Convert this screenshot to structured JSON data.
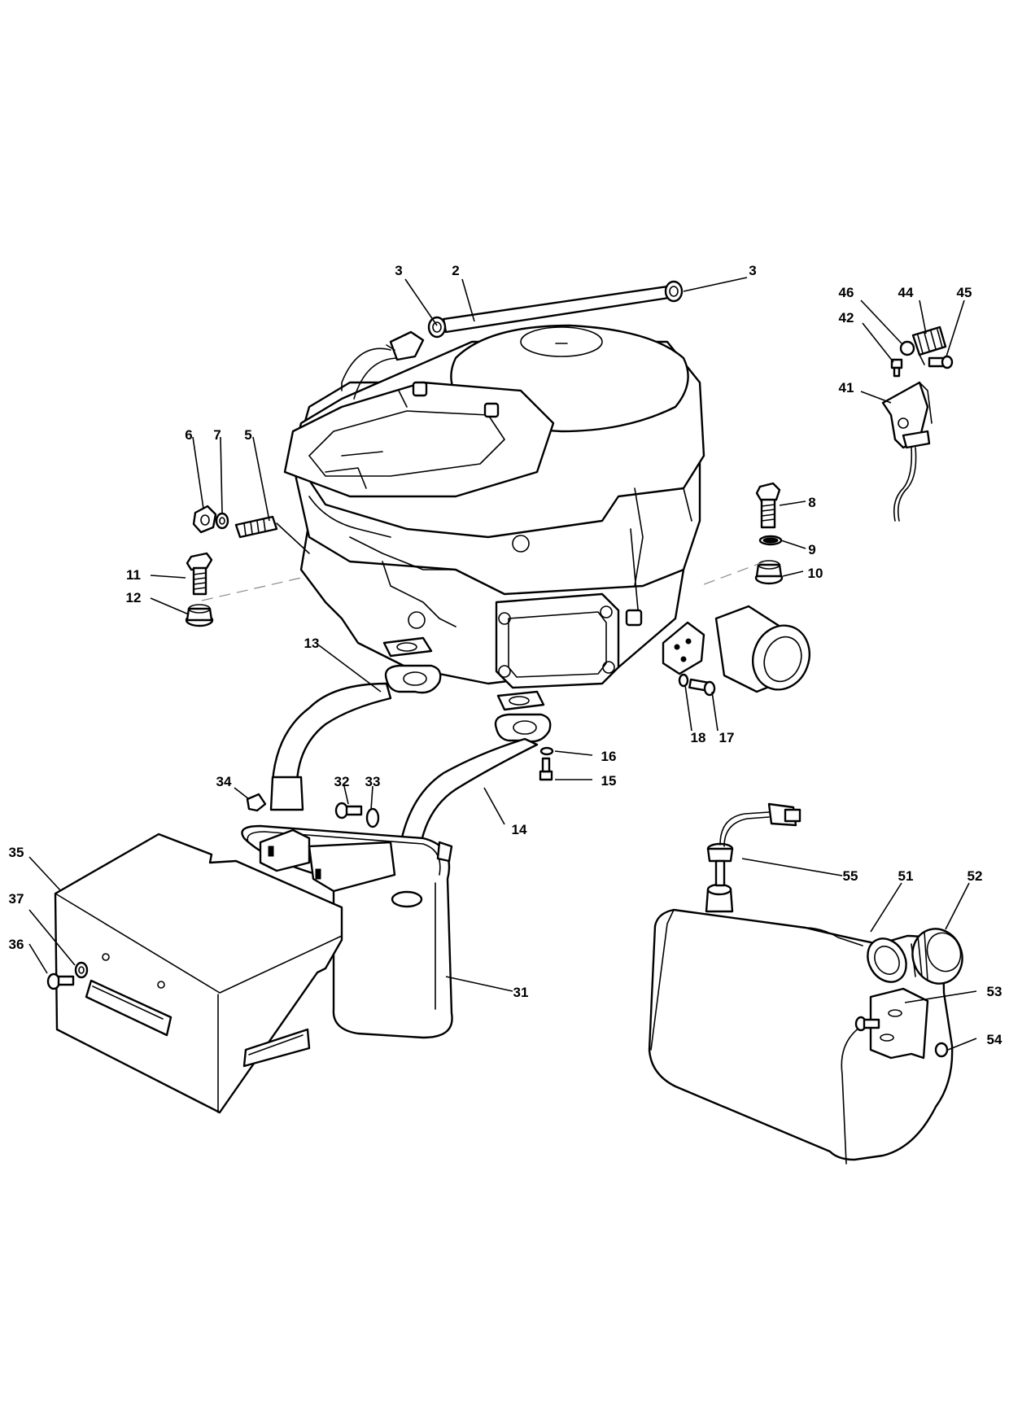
{
  "callouts": [
    {
      "id": "c2",
      "text": "2"
    },
    {
      "id": "c3a",
      "text": "3"
    },
    {
      "id": "c3b",
      "text": "3"
    },
    {
      "id": "c5",
      "text": "5"
    },
    {
      "id": "c6",
      "text": "6"
    },
    {
      "id": "c7",
      "text": "7"
    },
    {
      "id": "c8",
      "text": "8"
    },
    {
      "id": "c9",
      "text": "9"
    },
    {
      "id": "c10",
      "text": "10"
    },
    {
      "id": "c11",
      "text": "11"
    },
    {
      "id": "c12",
      "text": "12"
    },
    {
      "id": "c13",
      "text": "13"
    },
    {
      "id": "c14",
      "text": "14"
    },
    {
      "id": "c15",
      "text": "15"
    },
    {
      "id": "c16",
      "text": "16"
    },
    {
      "id": "c17",
      "text": "17"
    },
    {
      "id": "c18",
      "text": "18"
    },
    {
      "id": "c31",
      "text": "31"
    },
    {
      "id": "c32",
      "text": "32"
    },
    {
      "id": "c33",
      "text": "33"
    },
    {
      "id": "c34",
      "text": "34"
    },
    {
      "id": "c35",
      "text": "35"
    },
    {
      "id": "c36",
      "text": "36"
    },
    {
      "id": "c37",
      "text": "37"
    },
    {
      "id": "c41",
      "text": "41"
    },
    {
      "id": "c42",
      "text": "42"
    },
    {
      "id": "c44",
      "text": "44"
    },
    {
      "id": "c45",
      "text": "45"
    },
    {
      "id": "c46",
      "text": "46"
    },
    {
      "id": "c51",
      "text": "51"
    },
    {
      "id": "c52",
      "text": "52"
    },
    {
      "id": "c53",
      "text": "53"
    },
    {
      "id": "c54",
      "text": "54"
    },
    {
      "id": "c55",
      "text": "55"
    }
  ]
}
